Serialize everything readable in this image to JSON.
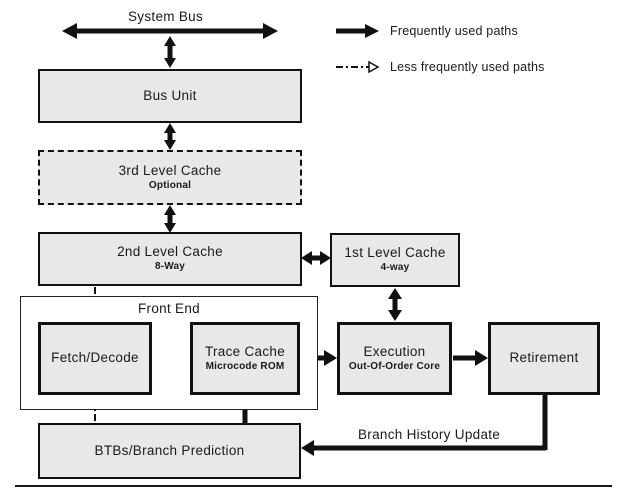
{
  "labels": {
    "system_bus": "System Bus",
    "front_end": "Front End",
    "branch_history": "Branch History Update"
  },
  "legend": {
    "frequent": "Frequently used paths",
    "less_frequent": "Less frequently used paths"
  },
  "boxes": {
    "bus_unit": {
      "title": "Bus Unit"
    },
    "l3_cache": {
      "title": "3rd Level Cache",
      "subtitle": "Optional"
    },
    "l2_cache": {
      "title": "2nd Level Cache",
      "subtitle": "8-Way"
    },
    "l1_cache": {
      "title": "1st Level Cache",
      "subtitle": "4-way"
    },
    "fetch_decode": {
      "title": "Fetch/Decode"
    },
    "trace_cache": {
      "title": "Trace Cache",
      "subtitle": "Microcode ROM"
    },
    "execution": {
      "title": "Execution",
      "subtitle": "Out-Of-Order Core"
    },
    "retirement": {
      "title": "Retirement"
    },
    "btbs": {
      "title": "BTBs/Branch Prediction"
    }
  },
  "edges": [
    {
      "from": "system-bus",
      "to": "bus-unit",
      "style": "frequent",
      "bidirectional": true
    },
    {
      "from": "bus-unit",
      "to": "l3-cache",
      "style": "frequent",
      "bidirectional": true
    },
    {
      "from": "l3-cache",
      "to": "l2-cache",
      "style": "frequent",
      "bidirectional": true
    },
    {
      "from": "l2-cache",
      "to": "l1-cache",
      "style": "frequent",
      "bidirectional": true
    },
    {
      "from": "l1-cache",
      "to": "execution",
      "style": "frequent",
      "bidirectional": true
    },
    {
      "from": "l2-cache",
      "to": "fetch-decode",
      "style": "less-frequent",
      "bidirectional": false
    },
    {
      "from": "fetch-decode",
      "to": "trace-cache",
      "style": "less-frequent",
      "bidirectional": false
    },
    {
      "from": "btbs",
      "to": "fetch-decode",
      "style": "less-frequent",
      "bidirectional": false
    },
    {
      "from": "btbs",
      "to": "trace-cache",
      "style": "frequent",
      "bidirectional": false
    },
    {
      "from": "trace-cache",
      "to": "execution",
      "style": "frequent",
      "bidirectional": false
    },
    {
      "from": "execution",
      "to": "retirement",
      "style": "frequent",
      "bidirectional": false
    },
    {
      "from": "retirement",
      "to": "btbs",
      "style": "frequent",
      "bidirectional": false,
      "label": "Branch History Update"
    }
  ],
  "colors": {
    "box_fill": "#e8e8e8",
    "box_border": "#111111",
    "arrow": "#111111",
    "background": "#ffffff"
  }
}
